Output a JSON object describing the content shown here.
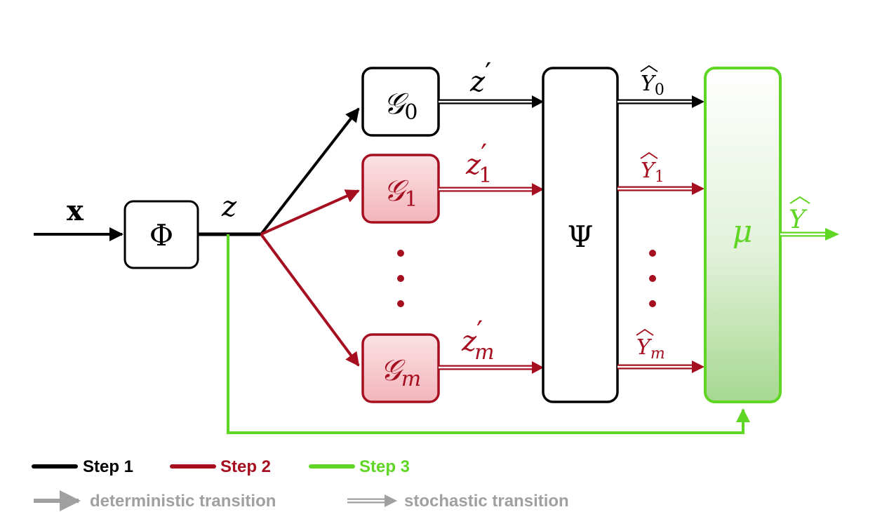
{
  "colors": {
    "step1": "#000000",
    "step2": "#a50f1f",
    "step3": "#5fd624",
    "muted": "#a0a0a0",
    "red_fill": "#f6c9cd",
    "green_fill_top": "#ffffff",
    "green_fill_bottom": "#a7d891"
  },
  "nodes": {
    "input_x": "x",
    "phi": "Φ",
    "z": "z",
    "g0": {
      "letter": "𝒢",
      "sub": "0"
    },
    "g1": {
      "letter": "𝒢",
      "sub": "1"
    },
    "gm": {
      "letter": "𝒢",
      "sub": "m"
    },
    "psi": "Ψ",
    "mu": "μ",
    "y_hat_out": "Y"
  },
  "edge_labels": {
    "z0_prime": {
      "base": "z",
      "prime": "′"
    },
    "z1_prime": {
      "base": "z",
      "prime": "′",
      "sub": "1"
    },
    "zm_prime": {
      "base": "z",
      "prime": "′",
      "sub": "m"
    },
    "y0_hat": {
      "base": "Y",
      "sub": "0"
    },
    "y1_hat": {
      "base": "Y",
      "sub": "1"
    },
    "ym_hat": {
      "base": "Y",
      "sub": "m"
    }
  },
  "legend": {
    "step1": "Step 1",
    "step2": "Step 2",
    "step3": "Step 3",
    "deterministic": "deterministic transition",
    "stochastic": "stochastic transition"
  }
}
